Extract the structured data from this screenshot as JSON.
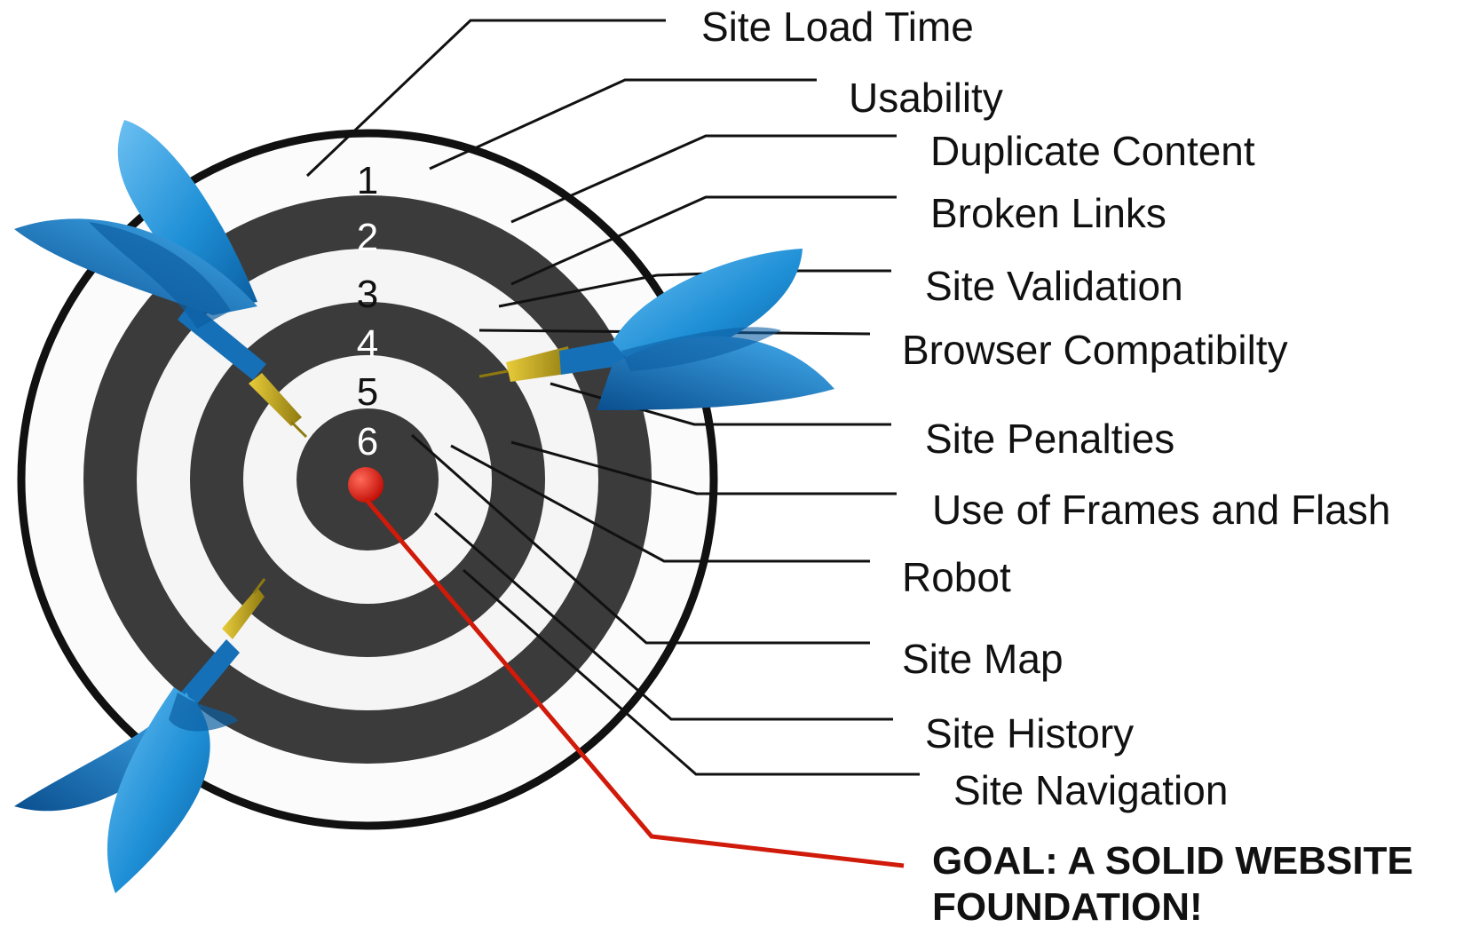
{
  "ring_numbers": [
    "1",
    "2",
    "3",
    "4",
    "5",
    "6"
  ],
  "labels": [
    "Site Load Time",
    "Usability",
    "Duplicate Content",
    "Broken Links",
    "Site Validation",
    "Browser Compatibilty",
    "Site Penalties",
    "Use of Frames and Flash",
    "Robot",
    "Site Map",
    "Site History",
    "Site Navigation"
  ],
  "goal": {
    "line1": "GOAL: A SOLID WEBSITE",
    "line2": "FOUNDATION!"
  },
  "colors": {
    "dark_ring": "#3b3b3b",
    "light_ring": "#f5f5f5",
    "rim": "#111111",
    "bullseye": "#e0190f",
    "goal_line": "#d01a0a",
    "dart_blue": "#1e8fd6",
    "dart_tip": "#c9a820"
  },
  "icons": [
    "dart-icon",
    "bullseye-dot-icon"
  ]
}
